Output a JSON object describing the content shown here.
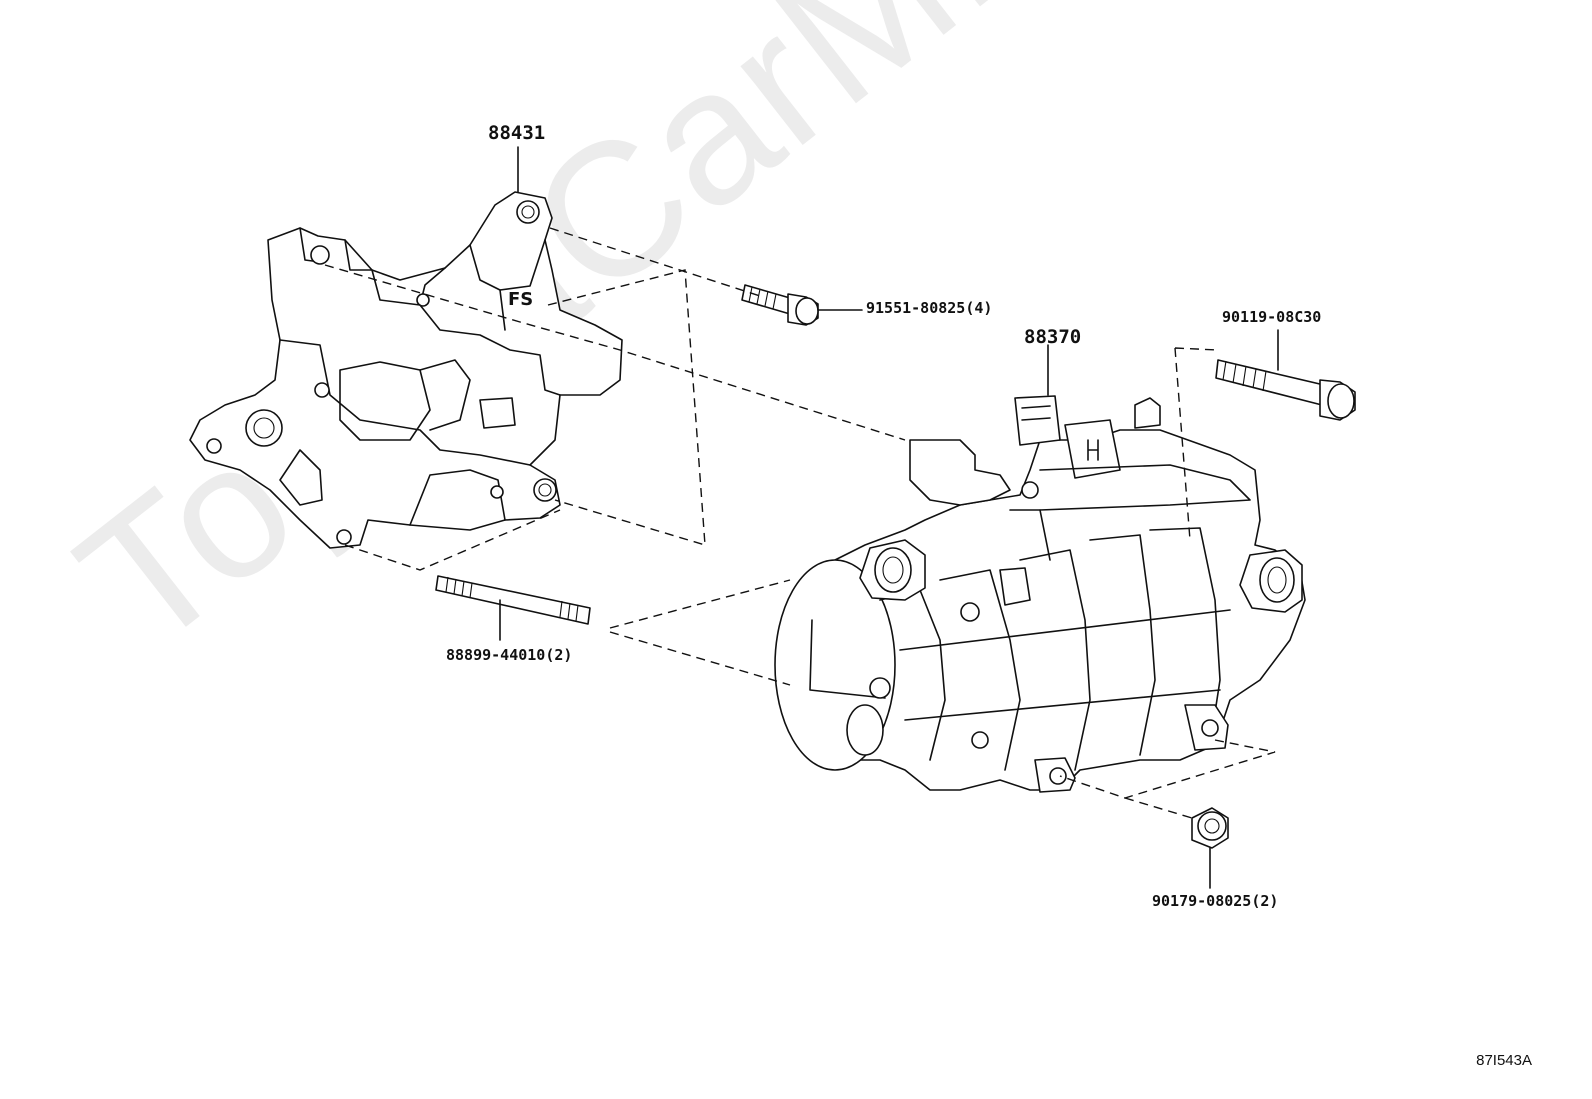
{
  "watermark": "ToyotaCarMine.ru",
  "parts": {
    "bracket": "88431",
    "compressor": "88370",
    "bolt_top": "91551-80825(4)",
    "bolt_right": "90119-08C30",
    "stud": "88899-44010(2)",
    "nut": "90179-08025(2)"
  },
  "bracket_marking": "FS",
  "illustration_code": "87I543A"
}
